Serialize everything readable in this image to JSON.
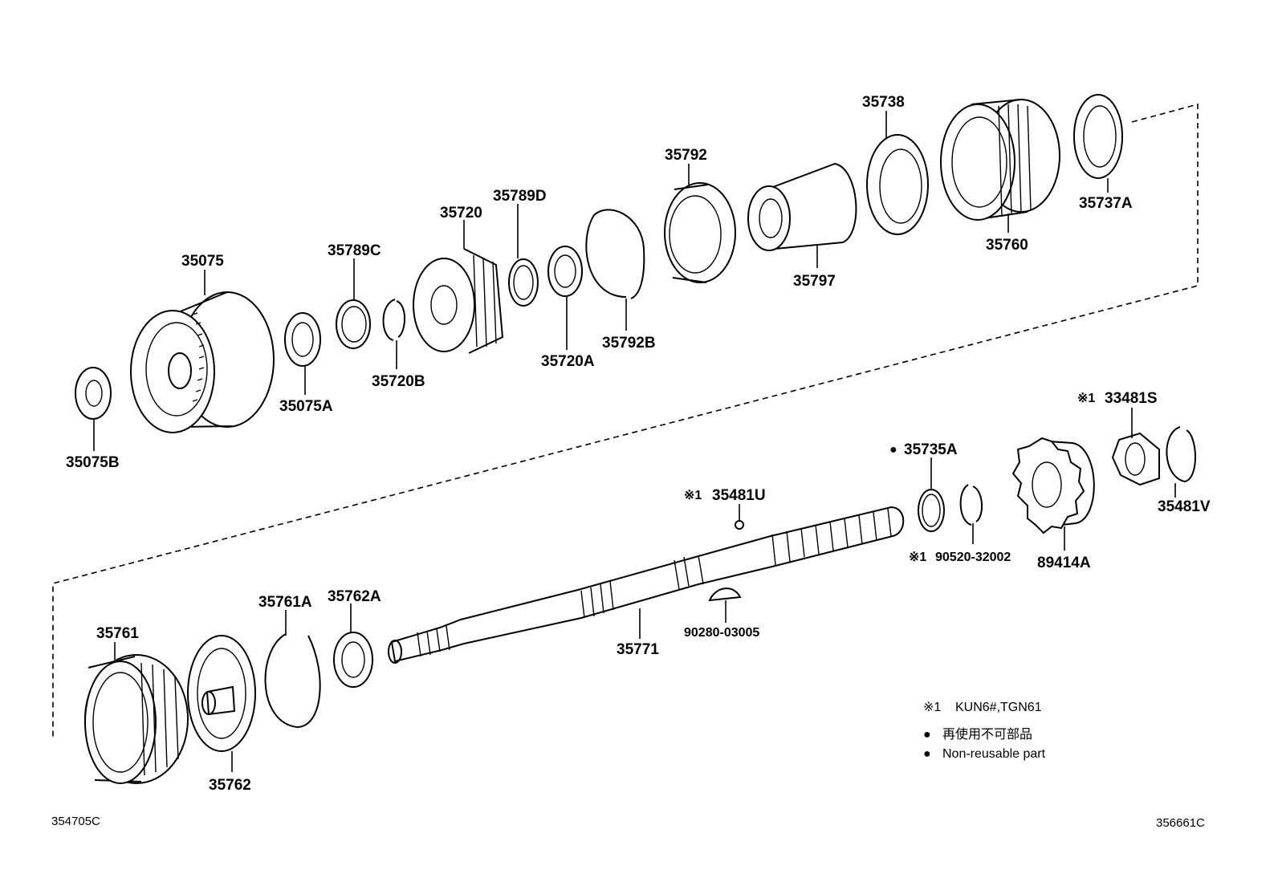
{
  "parts": {
    "p35075B": "35075B",
    "p35075": "35075",
    "p35075A": "35075A",
    "p35789C": "35789C",
    "p35720B": "35720B",
    "p35720": "35720",
    "p35789D": "35789D",
    "p35720A": "35720A",
    "p35792B": "35792B",
    "p35792": "35792",
    "p35797": "35797",
    "p35738": "35738",
    "p35760": "35760",
    "p35737A": "35737A",
    "p33481S": "33481S",
    "p35735A": "35735A",
    "p35481U": "35481U",
    "p35481V": "35481V",
    "p89414A": "89414A",
    "p90520": "90520-32002",
    "p90280": "90280-03005",
    "p35771": "35771",
    "p35761": "35761",
    "p35761A": "35761A",
    "p35762A": "35762A",
    "p35762": "35762"
  },
  "markers": {
    "ref_mark": "※1",
    "nonreusable_dot": "●"
  },
  "legend": {
    "ref_mark": "※1",
    "ref_text": "KUN6#,TGN61",
    "dot": "●",
    "jp_text": "再使用不可部品",
    "en_text": "Non-reusable part"
  },
  "corner_codes": {
    "left": "354705C",
    "right": "356661C"
  }
}
